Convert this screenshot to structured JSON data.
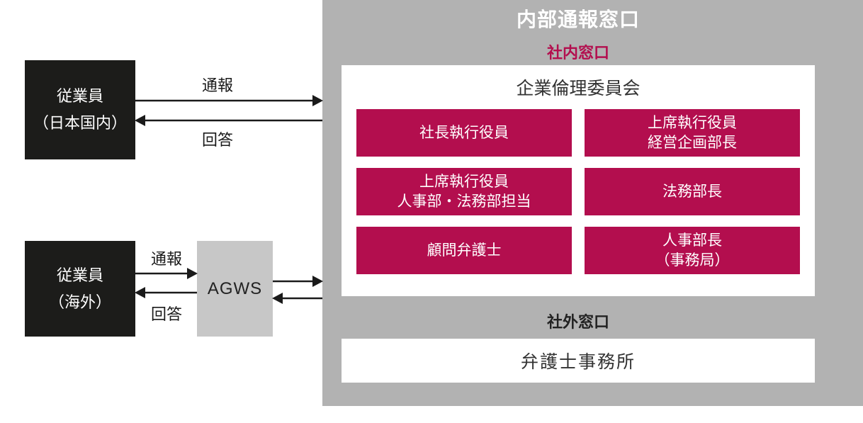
{
  "colors": {
    "crimson": "#b30e4e",
    "panel_gray": "#b2b2b2",
    "agws_gray": "#c7c7c7",
    "actor_black": "#1c1c1a",
    "arrow_black": "#1a1a1a"
  },
  "actors": {
    "domestic": "従業員\n（日本国内）",
    "overseas": "従業員\n（海外）"
  },
  "agws": {
    "label": "AGWS"
  },
  "arrows": {
    "domestic_report": "通報",
    "domestic_reply": "回答",
    "overseas_report": "通報",
    "overseas_reply": "回答"
  },
  "panel": {
    "title": "内部通報窓口",
    "internal_label": "社内窓口",
    "committee": {
      "title": "企業倫理委員会",
      "members": [
        "社長執行役員",
        "上席執行役員\n経営企画部長",
        "上席執行役員\n人事部・法務部担当",
        "法務部長",
        "顧問弁護士",
        "人事部長\n（事務局）"
      ]
    },
    "external_label": "社外窓口",
    "external_box": "弁護士事務所"
  }
}
